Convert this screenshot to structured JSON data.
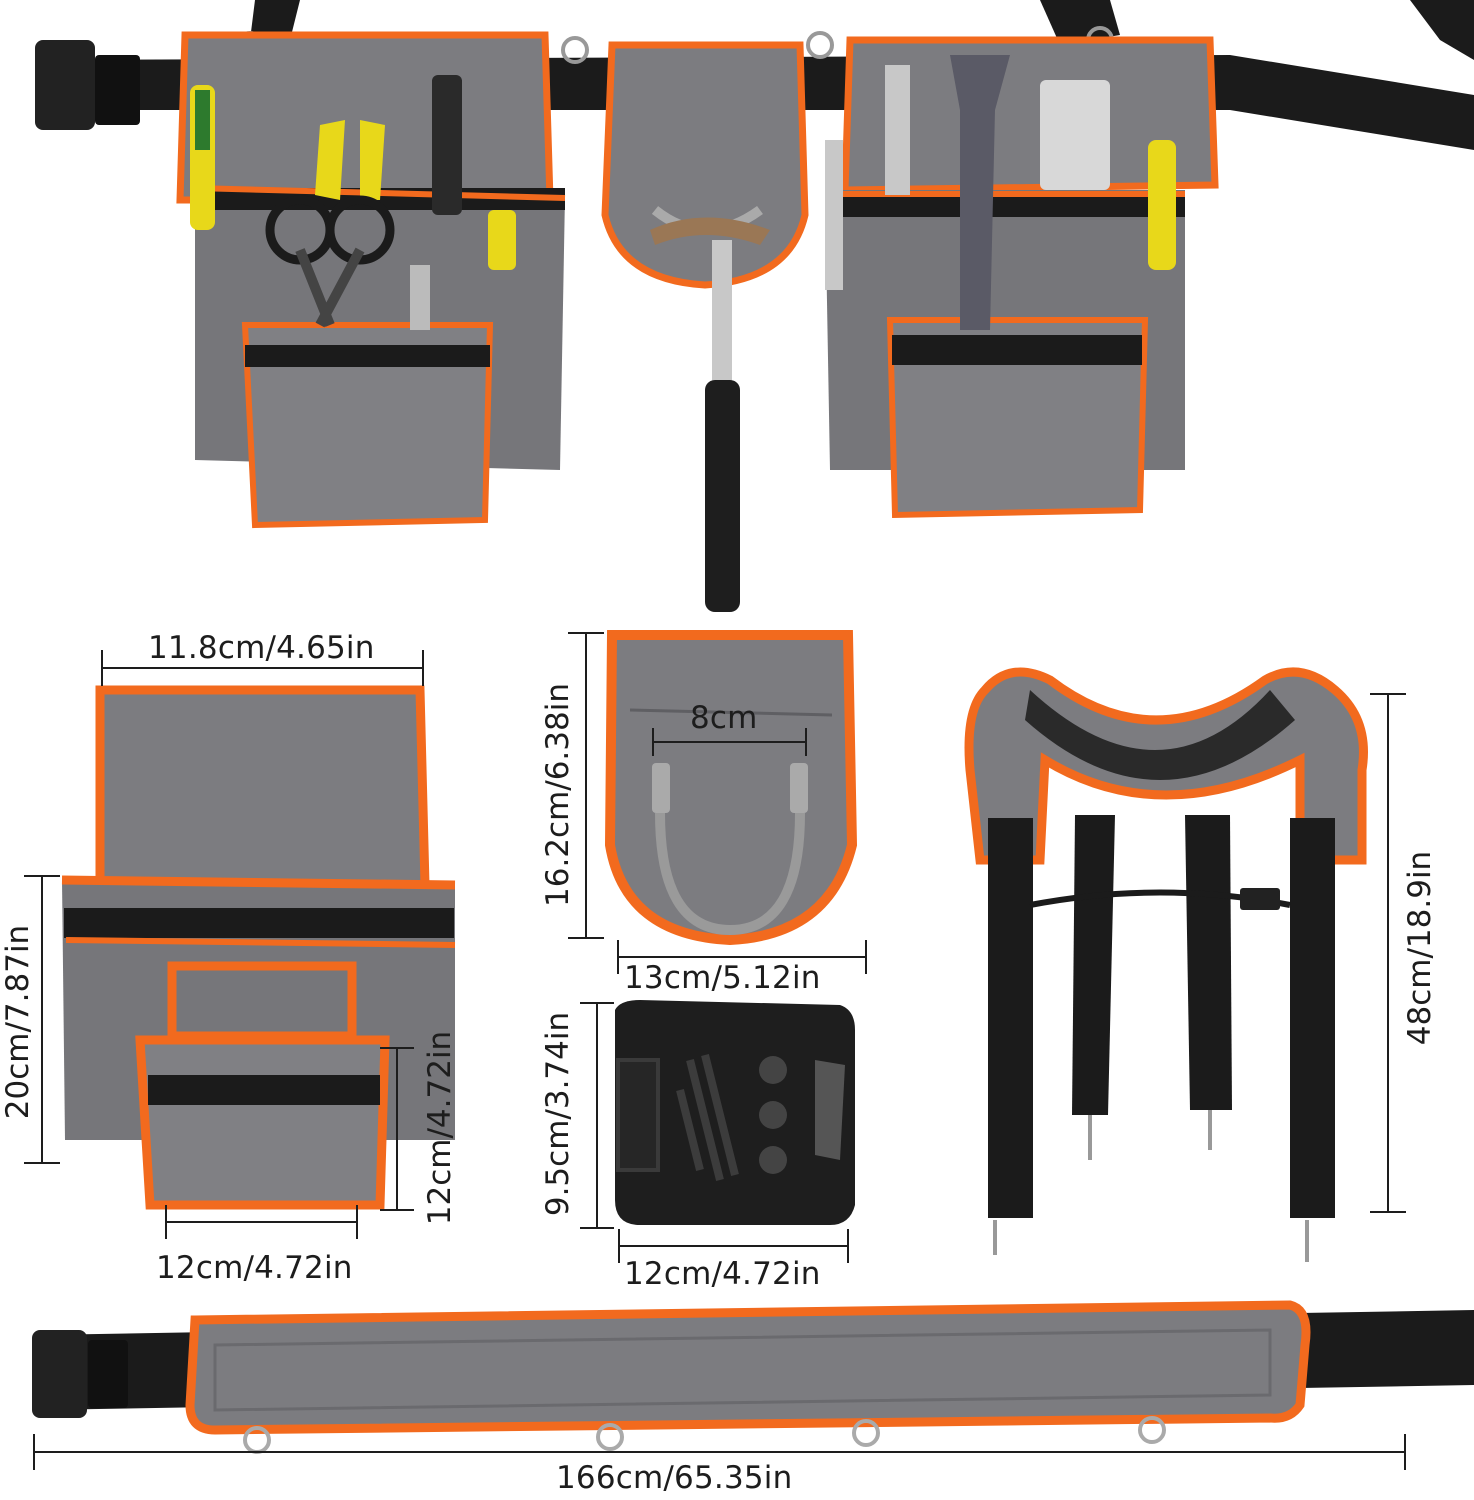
{
  "colors": {
    "gray": "#7c7c80",
    "gray_dark": "#5f5f63",
    "orange": "#f26a1e",
    "black": "#1b1b1b",
    "line": "#1d1d1d"
  },
  "product": {
    "top_view": "tool-belt-assembled",
    "parts": [
      "tool-pouch",
      "hammer-holder",
      "suspenders",
      "magnetic-wristband",
      "padded-belt"
    ]
  },
  "dimensions": {
    "pouch_top_width": "11.8cm/4.65in",
    "pouch_height": "20cm/7.87in",
    "pouch_front_pocket_height": "12cm/4.72in",
    "pouch_bottom_width": "12cm/4.72in",
    "hammer_holder_height": "16.2cm/6.38in",
    "hammer_hook_spacing": "8cm",
    "hammer_holder_width": "13cm/5.12in",
    "wristband_height": "9.5cm/3.74in",
    "wristband_width": "12cm/4.72in",
    "suspenders_height": "48cm/18.9in",
    "belt_length": "166cm/65.35in"
  }
}
